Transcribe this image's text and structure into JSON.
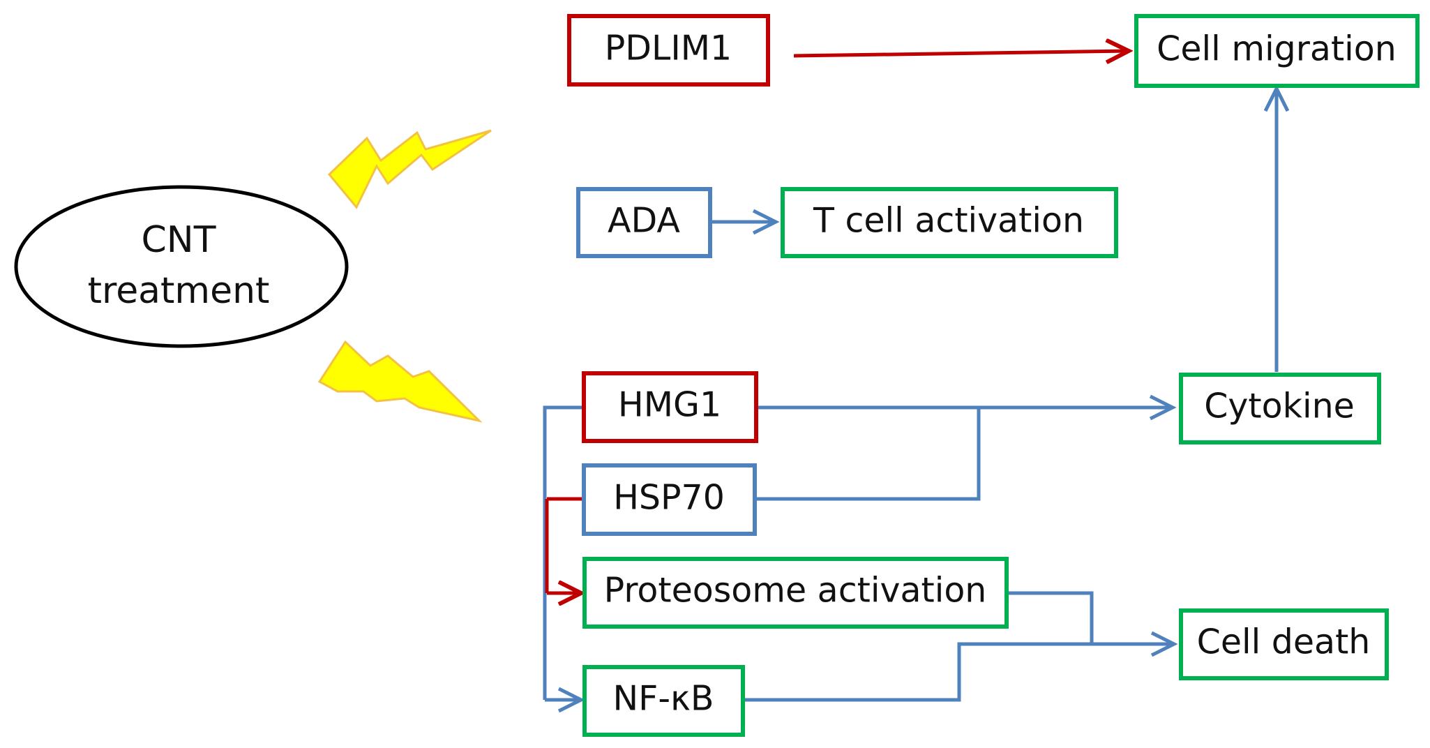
{
  "colors": {
    "up_regulated": "#C00000",
    "down_regulated": "#4F81BD",
    "outcome": "#00B050",
    "cnt_outline": "#000000",
    "bolt_fill": "#FFFF00",
    "bolt_stroke": "#F4C242"
  },
  "cnt": {
    "line1": "CNT",
    "line2": "treatment"
  },
  "genes": {
    "pdlim1": "PDLIM1",
    "ada": "ADA",
    "hmg1": "HMG1",
    "hsp70": "HSP70",
    "nfkb": "NF-κB"
  },
  "outcomes": {
    "cell_migration": "Cell migration",
    "t_cell_activation": "T cell activation",
    "cytokine": "Cytokine",
    "proteosome_activation": "Proteosome activation",
    "cell_death": "Cell death"
  },
  "icons": {
    "bolt": "lightning-bolt-icon"
  }
}
